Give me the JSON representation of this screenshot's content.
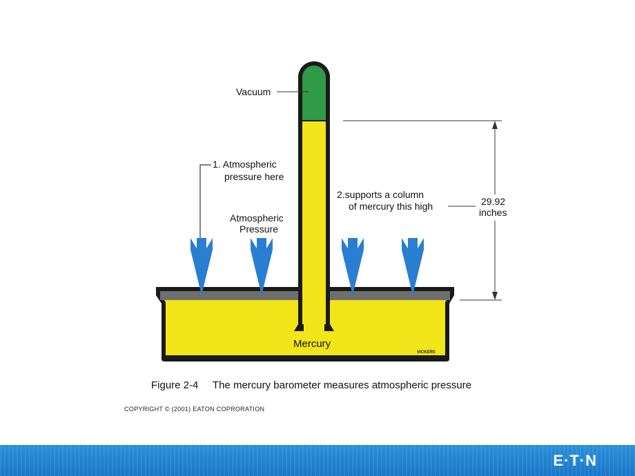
{
  "diagram": {
    "vacuum_label": "Vacuum",
    "atmospheric_label_line1": "1. Atmospheric",
    "atmospheric_label_line2": "pressure here",
    "pressure_label_line1": "Atmospheric",
    "pressure_label_line2": "Pressure",
    "supports_label_line1": "2.supports a column",
    "supports_label_line2": "of mercury this high",
    "height_value": "29.92",
    "height_unit": "inches",
    "mercury_label": "Mercury",
    "maker_mark": "VICKERS"
  },
  "caption": "Figure 2-4     The mercury barometer measures atmospheric pressure",
  "copyright": "COPYRIGHT © (2001) EATON COPRORATION",
  "footer": {
    "brand": "E·T·N"
  },
  "colors": {
    "mercury": "#f2e51a",
    "vacuum": "#2f9a48",
    "arrow": "#2a7ed1",
    "mercury_surface": "#6f6f6f",
    "outline": "#1a1a1a",
    "footer": "#1f82cf"
  }
}
